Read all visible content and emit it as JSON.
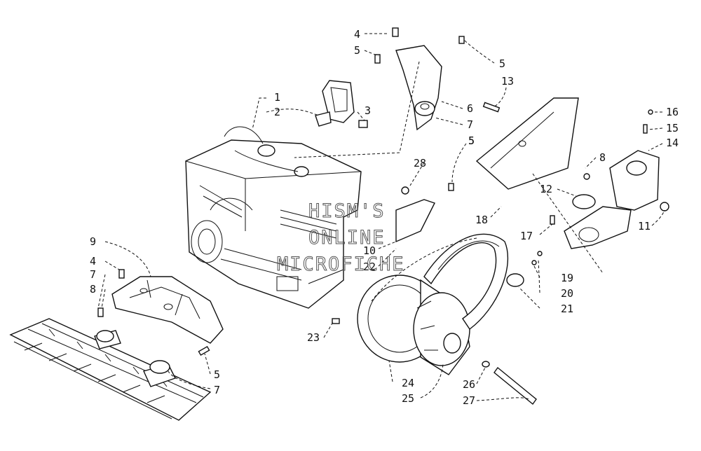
{
  "watermark": {
    "line1": "HISM'S",
    "line2": "ONLINE",
    "line3": "MICROFICHE"
  },
  "callouts": [
    "1",
    "2",
    "3",
    "4",
    "5",
    "5",
    "5",
    "6",
    "7",
    "13",
    "16",
    "15",
    "14",
    "8",
    "28",
    "5",
    "12",
    "11",
    "18",
    "17",
    "10",
    "22",
    "9",
    "4",
    "7",
    "8",
    "19",
    "20",
    "21",
    "23",
    "24",
    "25",
    "26",
    "27",
    "5",
    "7"
  ]
}
